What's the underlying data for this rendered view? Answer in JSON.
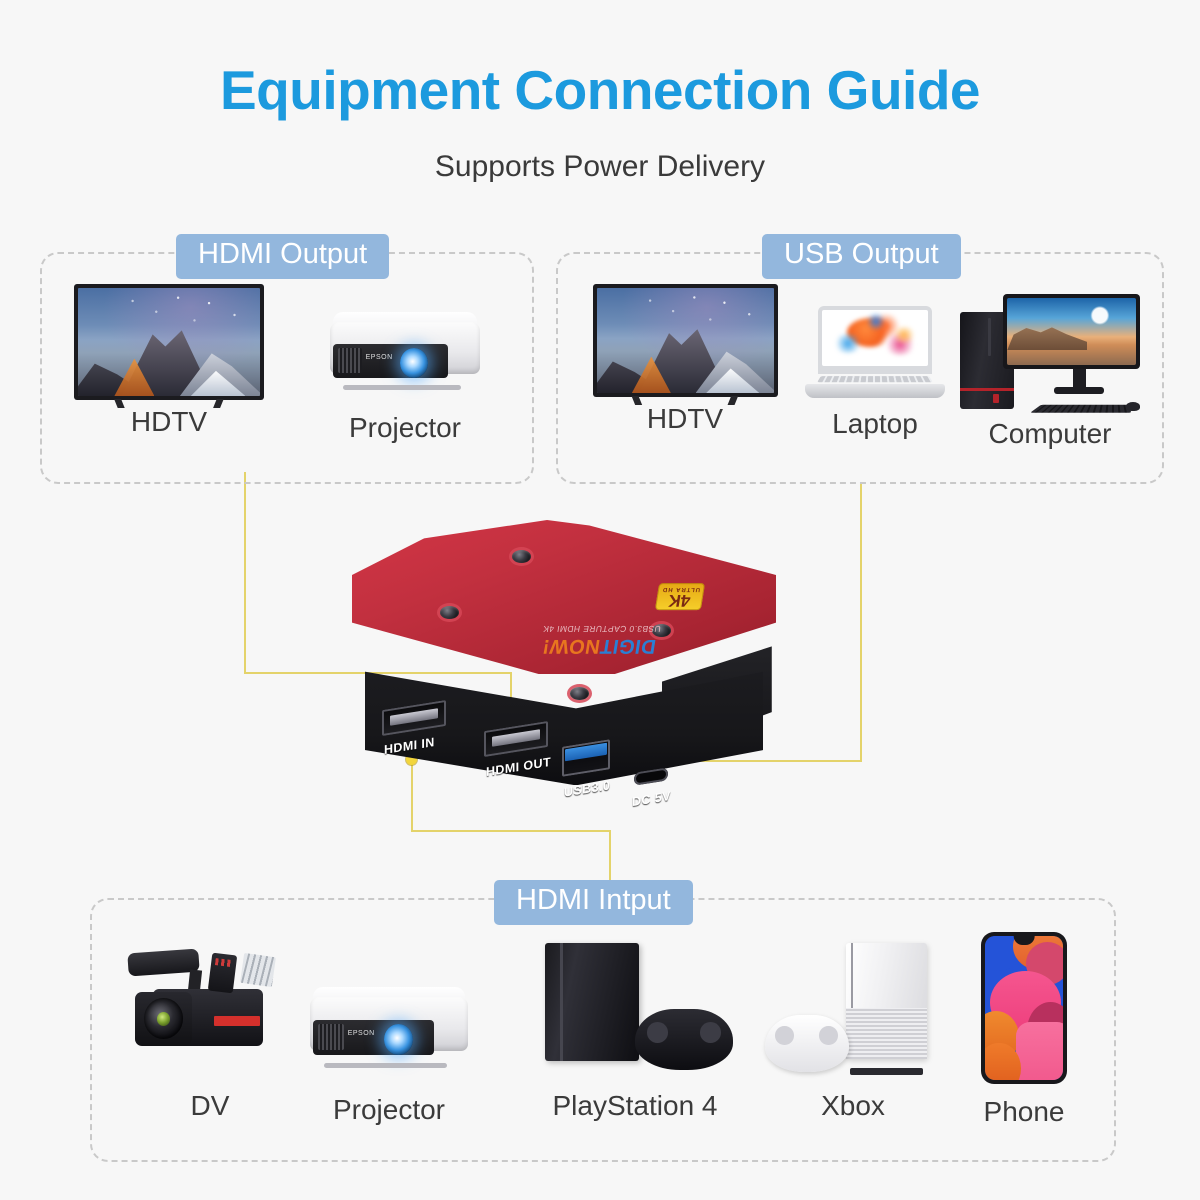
{
  "header": {
    "title": "Equipment Connection Guide",
    "subtitle": "Supports Power Delivery",
    "title_color": "#1c9ade"
  },
  "panels": [
    {
      "id": "hdmi-output",
      "badge": "HDMI Output",
      "badge_color": "#93b7dd",
      "devices": [
        {
          "label": "HDTV",
          "icon": "television-icon"
        },
        {
          "label": "Projector",
          "icon": "projector-icon"
        }
      ]
    },
    {
      "id": "usb-output",
      "badge": "USB Output",
      "badge_color": "#93b7dd",
      "devices": [
        {
          "label": "HDTV",
          "icon": "television-icon"
        },
        {
          "label": "Laptop",
          "icon": "laptop-icon"
        },
        {
          "label": "Computer",
          "icon": "desktop-computer-icon"
        }
      ]
    },
    {
      "id": "hdmi-input",
      "badge": "HDMI Intput",
      "badge_color": "#93b7dd",
      "devices": [
        {
          "label": "DV",
          "icon": "camcorder-icon"
        },
        {
          "label": "Projector",
          "icon": "projector-icon"
        },
        {
          "label": "PlayStation 4",
          "icon": "playstation-console-icon"
        },
        {
          "label": "Xbox",
          "icon": "xbox-console-icon"
        },
        {
          "label": "Phone",
          "icon": "smartphone-icon"
        }
      ]
    }
  ],
  "device": {
    "brand_first": "DIGIT",
    "brand_second": "NOW!",
    "brand_tagline": "USB3.0 CAPTURE HDMI 4K",
    "badge_resolution": "4K",
    "badge_suffix": "ULTRA HD",
    "body_color": "#c2303f",
    "ports": [
      {
        "label": "HDMI IN",
        "type": "hdmi"
      },
      {
        "label": "HDMI OUT",
        "type": "hdmi"
      },
      {
        "label": "USB3.0",
        "type": "usb-a"
      },
      {
        "label": "DC 5V",
        "type": "usb-c"
      }
    ]
  },
  "connectors": {
    "color": "#e4d36a",
    "links": [
      {
        "from": "HDMI OUT",
        "to": "HDMI Output panel"
      },
      {
        "from": "USB3.0",
        "to": "USB Output panel"
      },
      {
        "from": "HDMI IN",
        "to": "HDMI Intput panel"
      }
    ]
  }
}
